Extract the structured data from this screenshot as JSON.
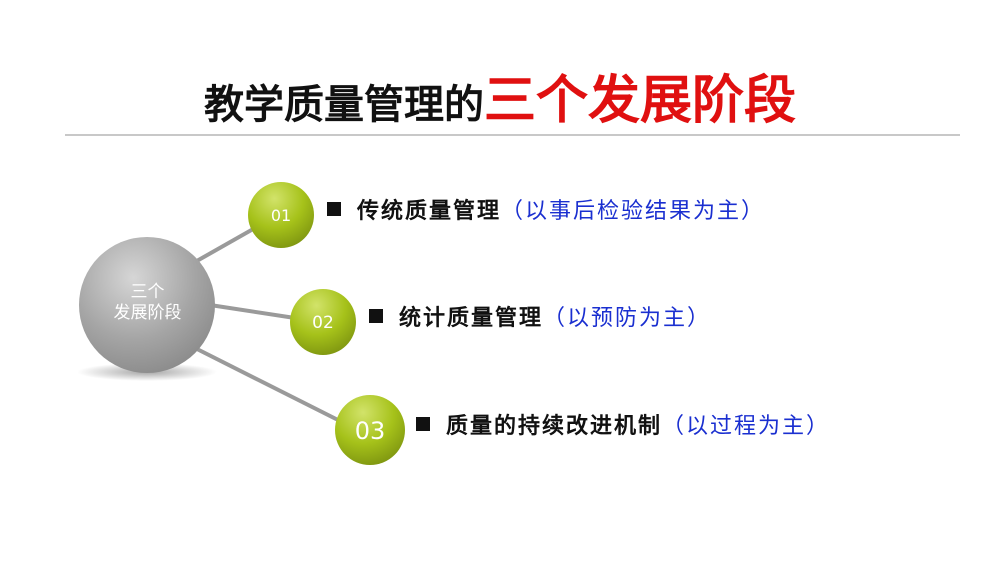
{
  "title": {
    "main": "教学质量管理的",
    "highlight": "三个发展阶段"
  },
  "center": {
    "line1": "三个",
    "line2": "发展阶段"
  },
  "stages": [
    {
      "number": "01",
      "label": "传统质量管理",
      "note": "（以事后检验结果为主）"
    },
    {
      "number": "02",
      "label": "统计质量管理",
      "note": "（以预防为主）"
    },
    {
      "number": "03",
      "label": "质量的持续改进机制",
      "note": "（以过程为主）"
    }
  ],
  "colors": {
    "highlight": "#e01010",
    "note": "#1a2fd0",
    "node": "#a6c21a",
    "center": "#a8a8a8"
  }
}
